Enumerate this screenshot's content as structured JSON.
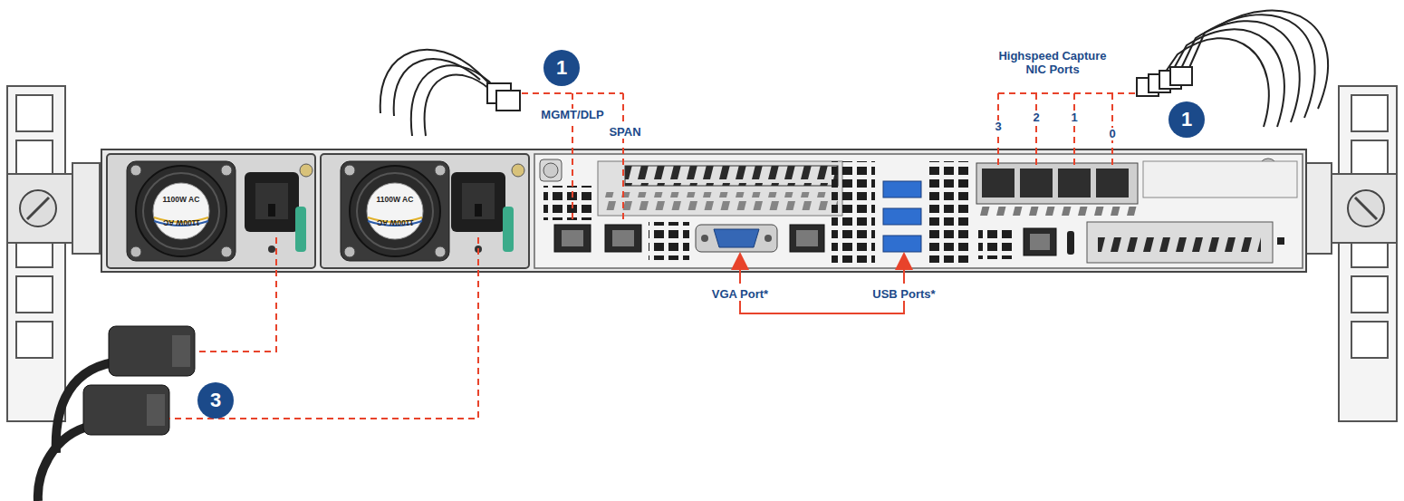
{
  "diagram": {
    "nodes": [
      {
        "text": [
          "1"
        ]
      },
      {
        "text": [
          "1"
        ]
      },
      {
        "text": [
          "3"
        ]
      }
    ],
    "labels": [
      "MGMT/DLP",
      "SPAN",
      "Highspeed Capture NIC Ports",
      "3",
      "2",
      "1",
      "0",
      "1100W AC",
      "1100W AC",
      "1100W AC",
      "1100W AC",
      "VGA Port*",
      "USB Ports*"
    ]
  }
}
